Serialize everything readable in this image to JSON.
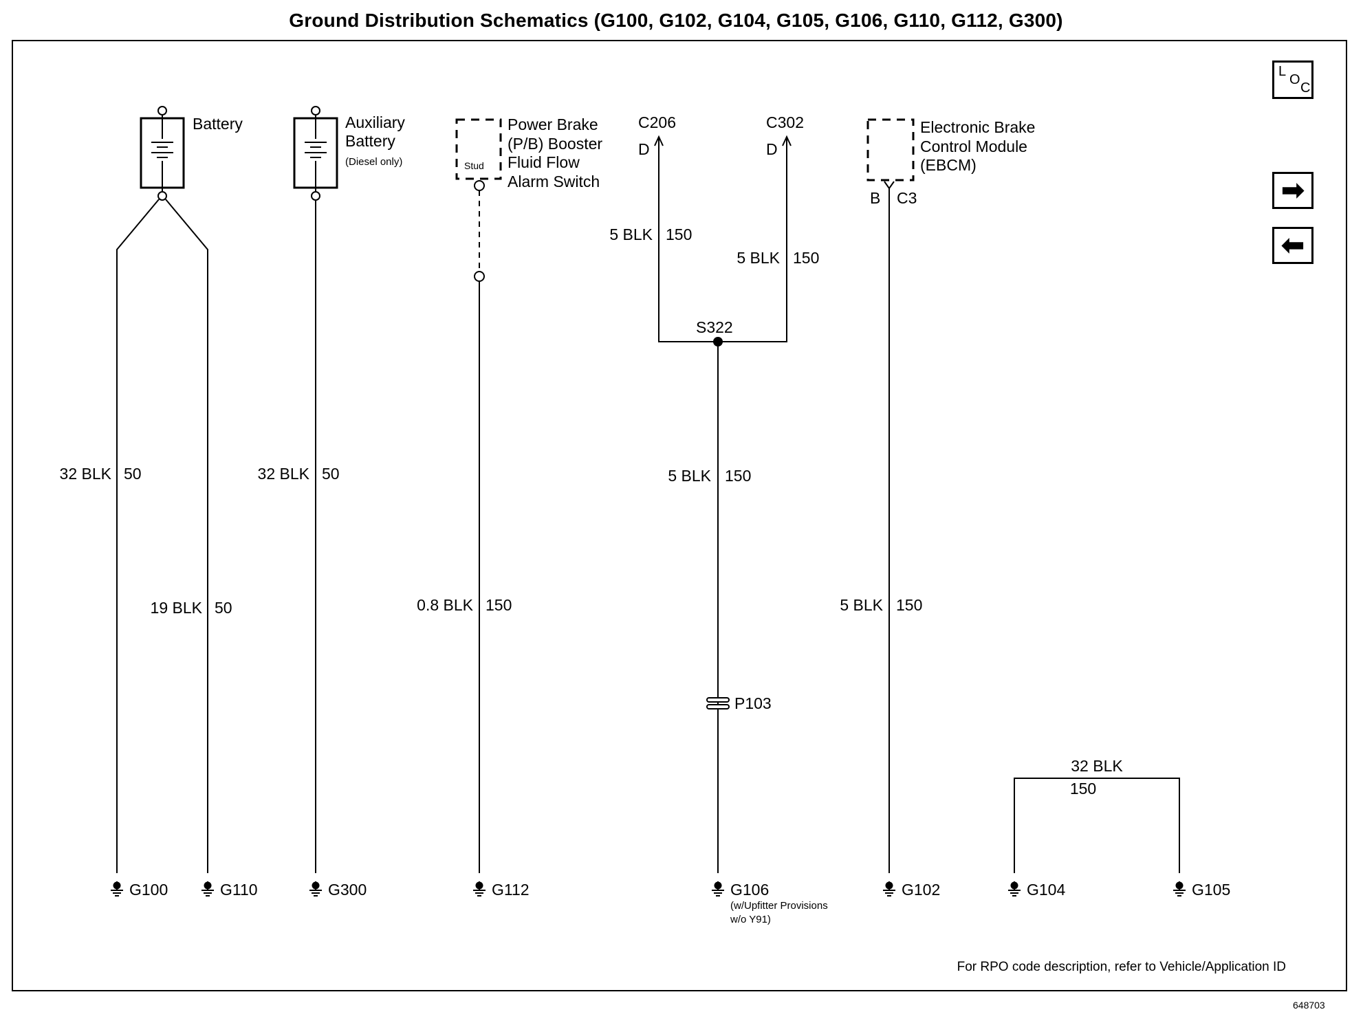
{
  "title": "Ground Distribution Schematics (G100, G102, G104, G105, G106, G110, G112, G300)",
  "nav": {
    "loc_letters": [
      "L",
      "O",
      "C"
    ],
    "next_glyph": "➡",
    "prev_glyph": "⬅"
  },
  "footnote": "For RPO code description, refer to Vehicle/Application ID",
  "doc_number": "648703",
  "components": {
    "battery": "Battery",
    "aux_battery": [
      "Auxiliary",
      "Battery"
    ],
    "aux_battery_note": "(Diesel only)",
    "pb_switch": [
      "Power Brake",
      "(P/B) Booster",
      "Fluid Flow",
      "Alarm Switch"
    ],
    "pb_stud": "Stud",
    "ebcm": [
      "Electronic Brake",
      "Control Module",
      "(EBCM)"
    ],
    "ebcm_pin": "B",
    "ebcm_connector": "C3",
    "c206": "C206",
    "c206_pin": "D",
    "c302": "C302",
    "c302_pin": "D",
    "splice": "S322",
    "pass_through": "P103"
  },
  "wires": {
    "battery_g100": {
      "size_color": "32 BLK",
      "circuit": "50"
    },
    "battery_g110": {
      "size_color": "19 BLK",
      "circuit": "50"
    },
    "aux_g300": {
      "size_color": "32 BLK",
      "circuit": "50"
    },
    "switch_g112": {
      "size_color": "0.8 BLK",
      "circuit": "150"
    },
    "c206_s322": {
      "size_color": "5 BLK",
      "circuit": "150"
    },
    "c302_s322": {
      "size_color": "5 BLK",
      "circuit": "150"
    },
    "s322_g106": {
      "size_color": "5 BLK",
      "circuit": "150"
    },
    "ebcm_g102": {
      "size_color": "5 BLK",
      "circuit": "150"
    },
    "g104_g105": {
      "size_color": "32 BLK",
      "circuit": "150"
    }
  },
  "grounds": {
    "g100": "G100",
    "g110": "G110",
    "g300": "G300",
    "g112": "G112",
    "g106": "G106",
    "g106_note": [
      "(w/Upfitter Provisions",
      "w/o Y91)"
    ],
    "g102": "G102",
    "g104": "G104",
    "g105": "G105"
  }
}
